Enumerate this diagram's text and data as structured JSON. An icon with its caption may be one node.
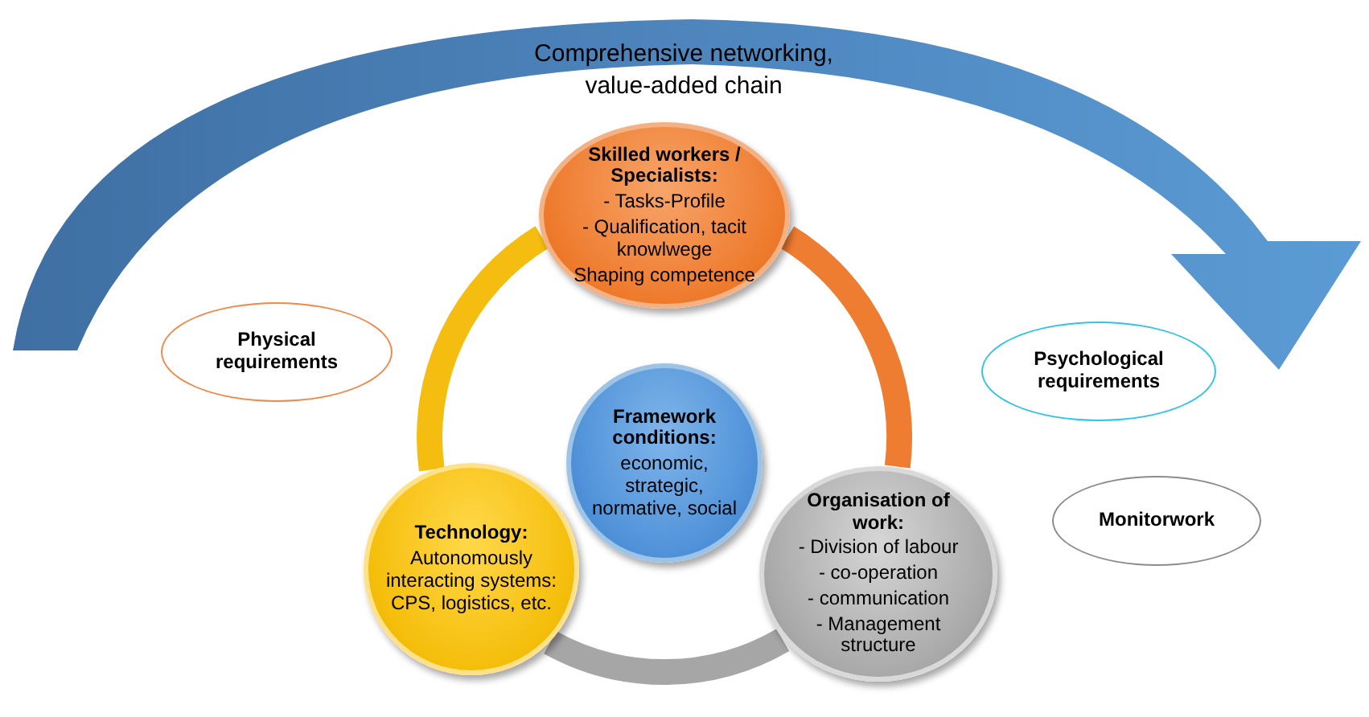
{
  "diagram": {
    "nodes": [
      {
        "text": [
          "Skilled workers / Specialists:",
          "- Tasks-Profile",
          "- Qualification, tacit knowlwege",
          "Shaping competence"
        ]
      },
      {
        "text": [
          "Framework conditions:",
          "economic, strategic, normative, social"
        ]
      },
      {
        "text": [
          "Technology:",
          "Autonomously interacting systems: CPS, logistics, etc."
        ]
      },
      {
        "text": [
          "Organisation of work:",
          "- Division of labour",
          "- co-operation",
          "- communication",
          "- Management structure"
        ]
      },
      {
        "text": [
          "Physical requirements"
        ]
      },
      {
        "text": [
          "Psychological requirements"
        ]
      },
      {
        "text": [
          "Monitorwork"
        ]
      }
    ],
    "edges": [
      {
        "from": 2,
        "to": 0,
        "arrow": "none",
        "color": "#f5bd0f"
      },
      {
        "from": 0,
        "to": 3,
        "arrow": "none",
        "color": "#ef7d31"
      },
      {
        "from": 2,
        "to": 3,
        "arrow": "none",
        "color": "#a6a6a6"
      }
    ],
    "labels": [
      "Comprehensive networking, value-added chain"
    ]
  }
}
